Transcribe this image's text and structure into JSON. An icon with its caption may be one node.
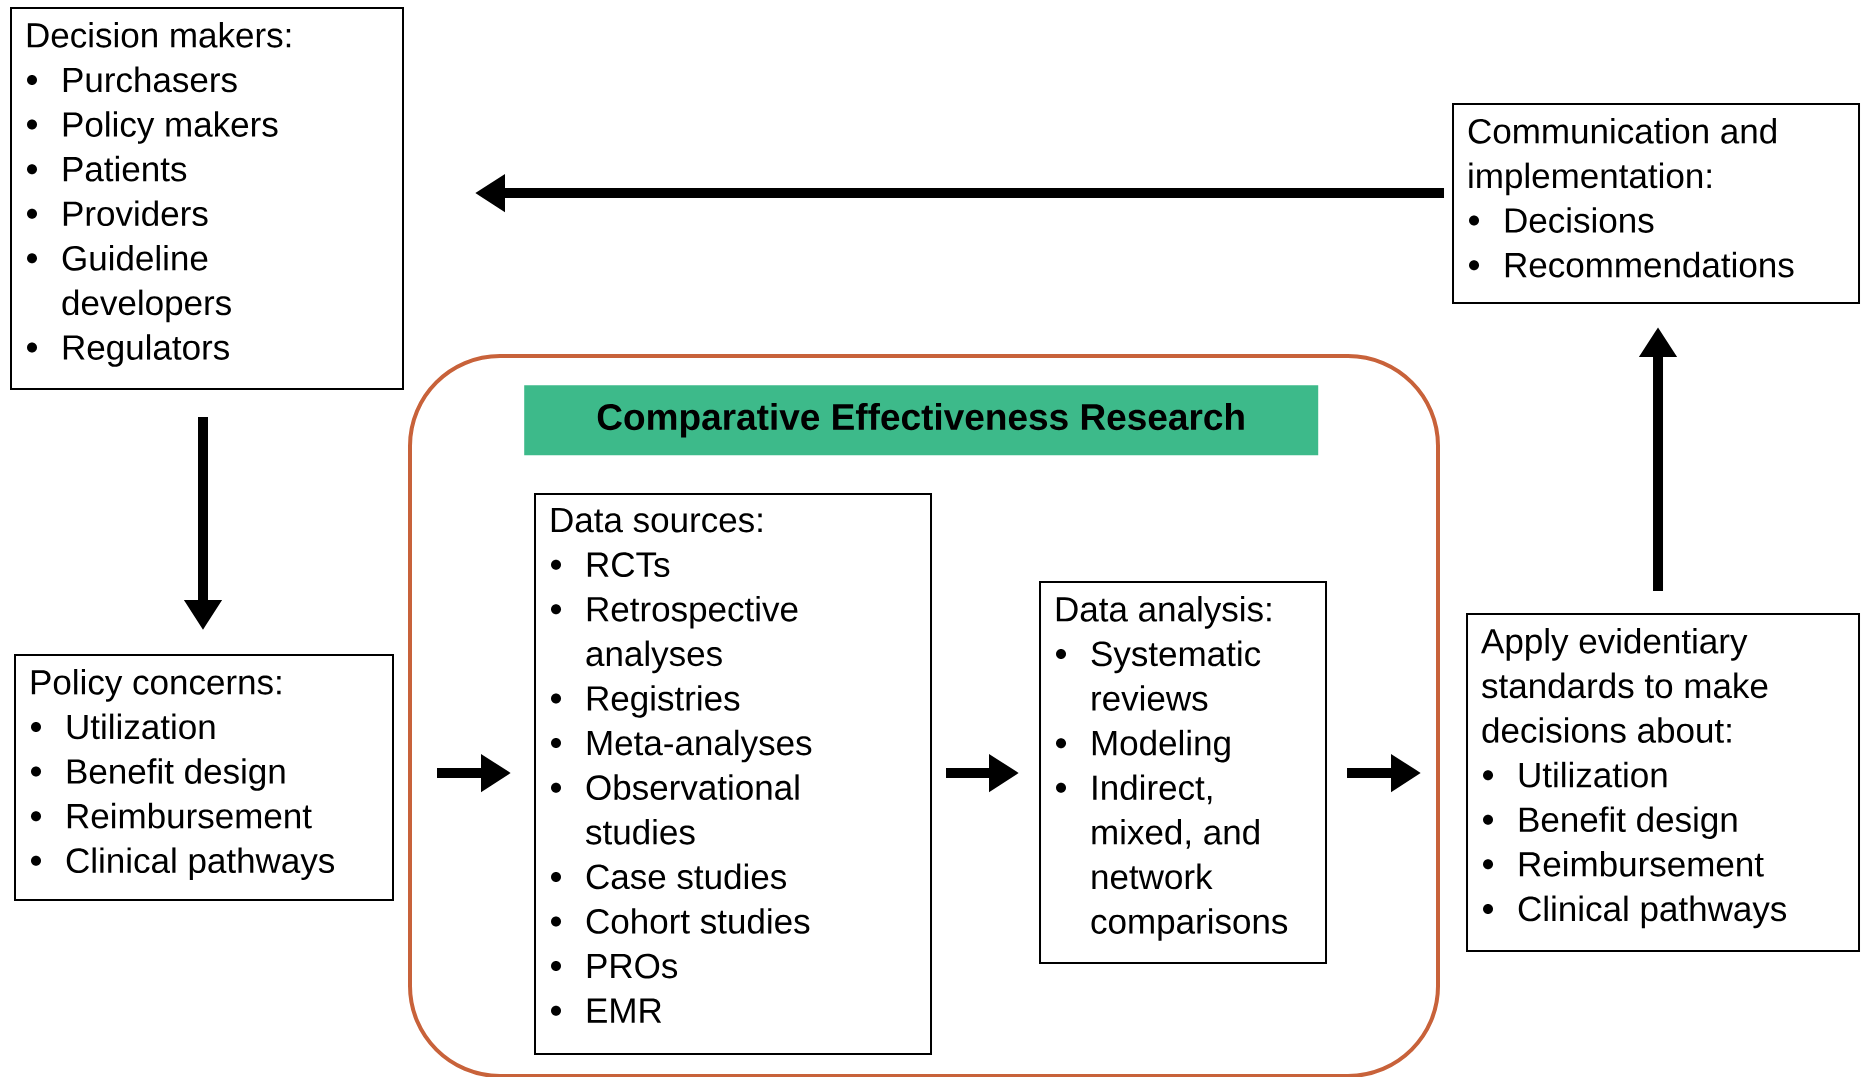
{
  "diagram": {
    "nodes": [
      {
        "text": [
          "Decision makers:",
          "Purchasers",
          "Policy makers",
          "Patients",
          "Providers",
          "Guideline developers",
          "Regulators"
        ]
      },
      {
        "text": [
          "Communication and implementation:",
          "Decisions",
          "Recommendations"
        ]
      },
      {
        "text": [],
        "shape": "box"
      },
      {
        "text": [
          "Comparative Effectiveness Research"
        ],
        "in": 2
      },
      {
        "text": [
          "Data sources:",
          "RCTs",
          "Retrospective analyses",
          "Registries",
          "Meta-analyses",
          "Observational studies",
          "Case studies",
          "Cohort studies",
          "PROs",
          "EMR"
        ],
        "in": 2
      },
      {
        "text": [
          "Data analysis:",
          "Systematic reviews",
          "Modeling",
          "Indirect, mixed, and network comparisons"
        ],
        "in": 2
      },
      {
        "text": [
          "Policy concerns:",
          "Utilization",
          "Benefit design",
          "Reimbursement",
          "Clinical pathways"
        ]
      },
      {
        "text": [
          "Apply evidentiary standards to make decisions about:",
          "Utilization",
          "Benefit design",
          "Reimbursement",
          "Clinical pathways"
        ]
      }
    ],
    "edges": [
      {
        "from": 1,
        "to": 0,
        "arrow": "to"
      },
      {
        "from": 0,
        "to": 6,
        "arrow": "to"
      },
      {
        "from": 6,
        "to": 4,
        "arrow": "to"
      },
      {
        "from": 4,
        "to": 5,
        "arrow": "to"
      },
      {
        "from": 5,
        "to": 7,
        "arrow": "to"
      },
      {
        "from": 7,
        "to": 1,
        "arrow": "to"
      }
    ]
  }
}
